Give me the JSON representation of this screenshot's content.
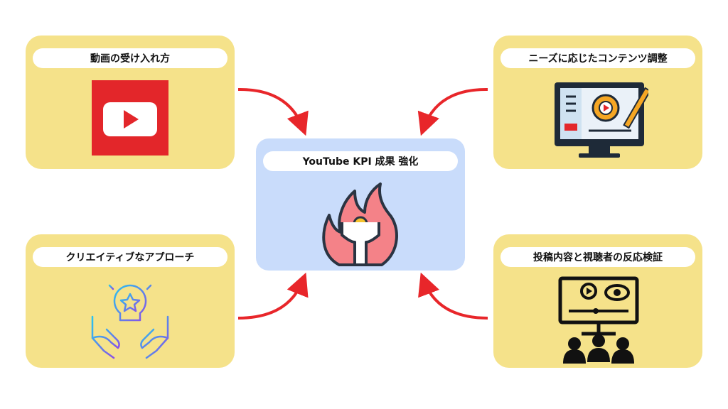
{
  "center": {
    "title": "YouTube KPI 成果 強化",
    "icon": "fire-achievement-icon"
  },
  "cards": [
    {
      "id": "top-left",
      "label": "動画の受け入れ方",
      "icon": "youtube-play-icon"
    },
    {
      "id": "top-right",
      "label": "ニーズに応じたコンテンツ調整",
      "icon": "video-editing-monitor-icon"
    },
    {
      "id": "bottom-left",
      "label": "クリエイティブなアプローチ",
      "icon": "idea-lightbulb-hands-icon"
    },
    {
      "id": "bottom-right",
      "label": "投稿内容と視聴者の反応検証",
      "icon": "audience-screen-icon"
    }
  ],
  "colors": {
    "card": "#f5e28a",
    "center": "#c9dcfb",
    "arrow": "#e8262a",
    "youtube_red": "#e3262a"
  }
}
